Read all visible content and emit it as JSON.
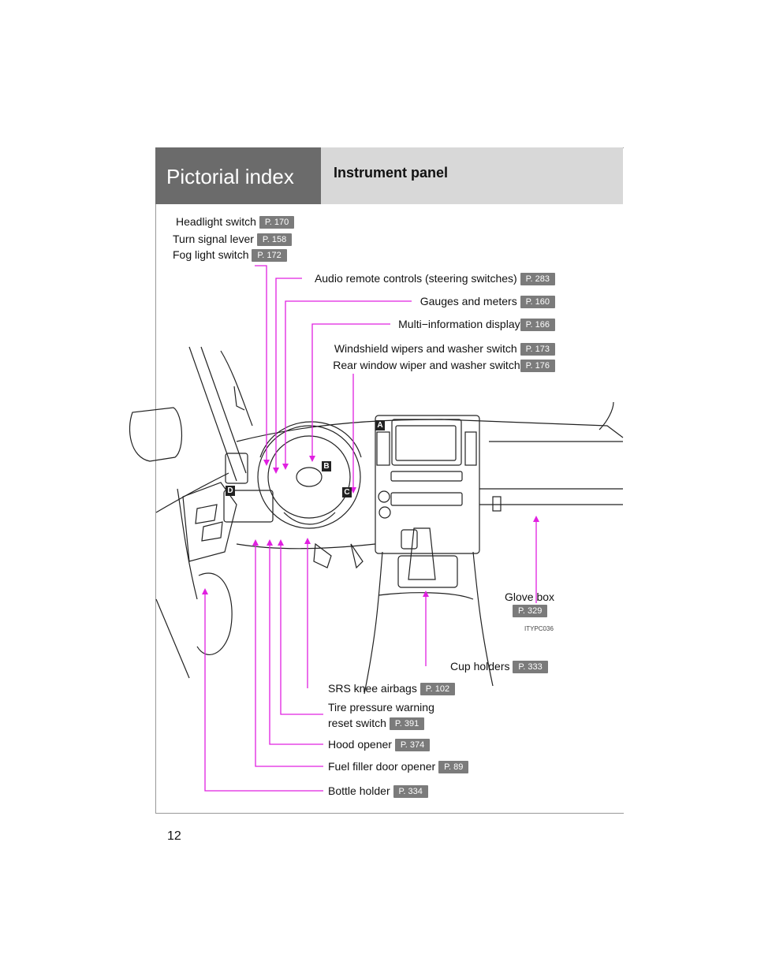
{
  "header": {
    "section": "Pictorial index",
    "title": "Instrument panel"
  },
  "labels": {
    "headlight": {
      "text": "Headlight switch",
      "page": "P. 170"
    },
    "turn": {
      "text": "Turn signal lever",
      "page": "P. 158"
    },
    "fog": {
      "text": "Fog light switch",
      "page": "P. 172"
    },
    "audio": {
      "text": "Audio remote controls (steering switches)",
      "page": "P. 283"
    },
    "gauges": {
      "text": "Gauges and meters",
      "page": "P. 160"
    },
    "multi": {
      "text": "Multi−information display",
      "page": "P. 166"
    },
    "wipers": {
      "text": "Windshield wipers and washer switch",
      "page": "P. 173"
    },
    "rear": {
      "text": "Rear window wiper and washer switch",
      "page": "P. 176"
    },
    "glove": {
      "text": "Glove box",
      "page": "P. 329"
    },
    "cup": {
      "text": "Cup holders",
      "page": "P. 333"
    },
    "srs": {
      "text": "SRS knee airbags",
      "page": "P. 102"
    },
    "tire1": {
      "text": "Tire pressure warning"
    },
    "tire2": {
      "text": "reset switch",
      "page": "P. 391"
    },
    "hood": {
      "text": "Hood opener",
      "page": "P. 374"
    },
    "fuel": {
      "text": "Fuel filler door opener",
      "page": "P. 89"
    },
    "bottle": {
      "text": "Bottle holder",
      "page": "P. 334"
    }
  },
  "figure_code": "ITYPC036",
  "badges": {
    "a": "A",
    "b": "B",
    "c": "C",
    "d": "D"
  },
  "page_number": "12",
  "colors": {
    "leader": "#e020e0",
    "header_dark": "#6b6b6b",
    "header_light": "#d8d8d8",
    "page_ref": "#7b7b7b"
  }
}
